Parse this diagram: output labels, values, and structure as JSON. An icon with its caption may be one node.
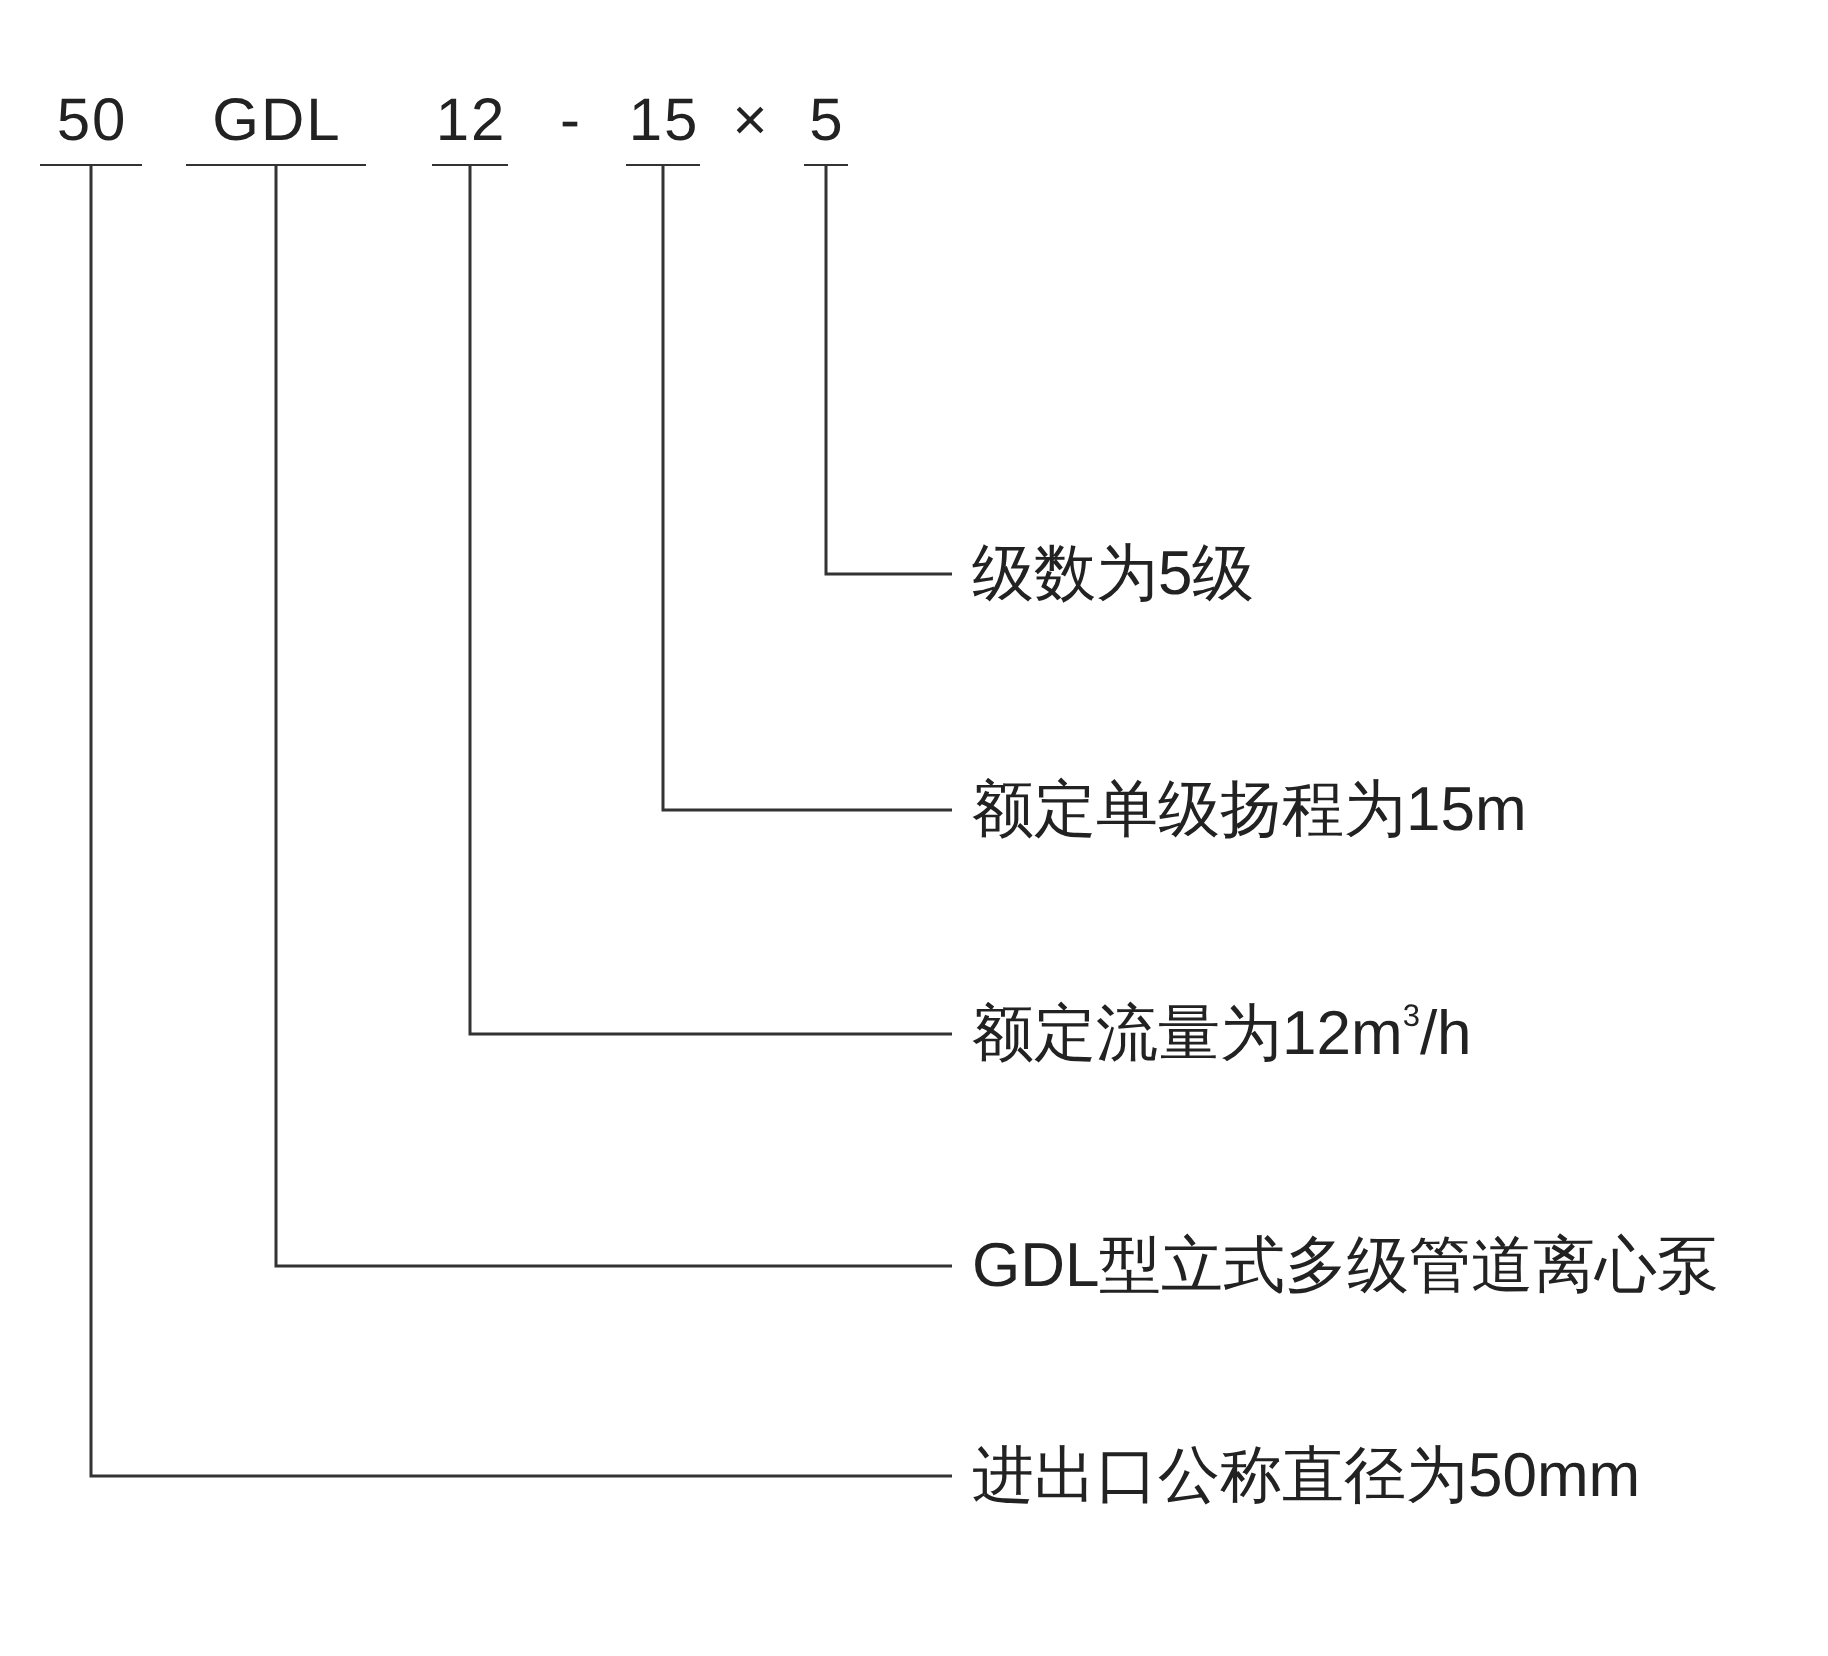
{
  "diagram": {
    "nodes": [
      {
        "text": [
          "50"
        ]
      },
      {
        "text": [
          "GDL"
        ]
      },
      {
        "text": [
          "12"
        ]
      },
      {
        "text": [
          "15"
        ]
      },
      {
        "text": [
          "5"
        ]
      },
      {
        "text": [
          "级数为5级"
        ]
      },
      {
        "text": [
          "额定单级扬程为15m"
        ]
      },
      {
        "text": [
          "额定流量为12m$^{3}$/h"
        ]
      },
      {
        "text": [
          "GDL型立式多级管道离心泵"
        ]
      },
      {
        "text": [
          "进出口公称直径为50mm"
        ]
      }
    ],
    "edges": [
      {
        "from": 4,
        "to": 5,
        "arrow": "none"
      },
      {
        "from": 3,
        "to": 6,
        "arrow": "none"
      },
      {
        "from": 2,
        "to": 7,
        "arrow": "none"
      },
      {
        "from": 1,
        "to": 8,
        "arrow": "none"
      },
      {
        "from": 0,
        "to": 9,
        "arrow": "none"
      }
    ],
    "labels": [
      "-",
      "×"
    ]
  }
}
